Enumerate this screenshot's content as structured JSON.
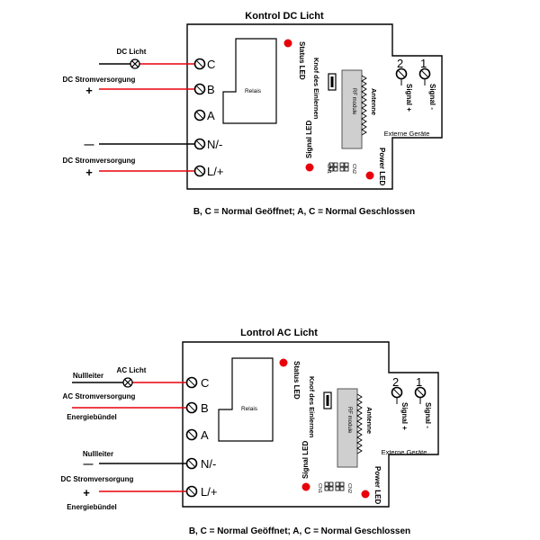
{
  "colors": {
    "wire_red": "#e8000a",
    "wire_black": "#000000",
    "led": "#e8000a",
    "module": "#cfcfcf",
    "outline": "#000000"
  },
  "top": {
    "title": "Kontrol DC Licht",
    "lamp_label": "DC Licht",
    "supply_label_1": "DC Stromversorgung",
    "supply_label_2": "DC Stromversorgung",
    "plus_1": "+",
    "minus": "—",
    "plus_2": "+",
    "caption": "B, C = Normal Geöffnet; A, C = Normal Geschlossen"
  },
  "bottom": {
    "title": "Lontrol AC Licht",
    "lamp_label": "AC Licht",
    "neutral_label_1": "Nullleiter",
    "supply_label_ac": "AC Stromversorgung",
    "bundle_label_1": "Energiebündel",
    "neutral_label_2": "Nullleiter",
    "supply_label_dc": "DC Stromversorgung",
    "minus": "—",
    "plus": "+",
    "bundle_label_2": "Energiebündel",
    "caption": "B, C = Normal Geöffnet; A, C = Normal Geschlossen"
  },
  "board": {
    "terminal_c": "C",
    "terminal_b": "B",
    "terminal_a": "A",
    "terminal_n": "N/-",
    "terminal_l": "L/+",
    "relay": "Relais",
    "status_led": "Status LED",
    "learn_button": "Knof des Einlernen",
    "signal_led": "Signal LED",
    "rf_module": "RF module",
    "antenna": "Antenne",
    "power_led": "Power LED",
    "cn1": "CN1",
    "cn2": "CN2",
    "ext_1": "1",
    "ext_2": "2",
    "signal_minus": "Signal -",
    "signal_plus": "Signal +",
    "external_devices": "Externe Geräte"
  }
}
